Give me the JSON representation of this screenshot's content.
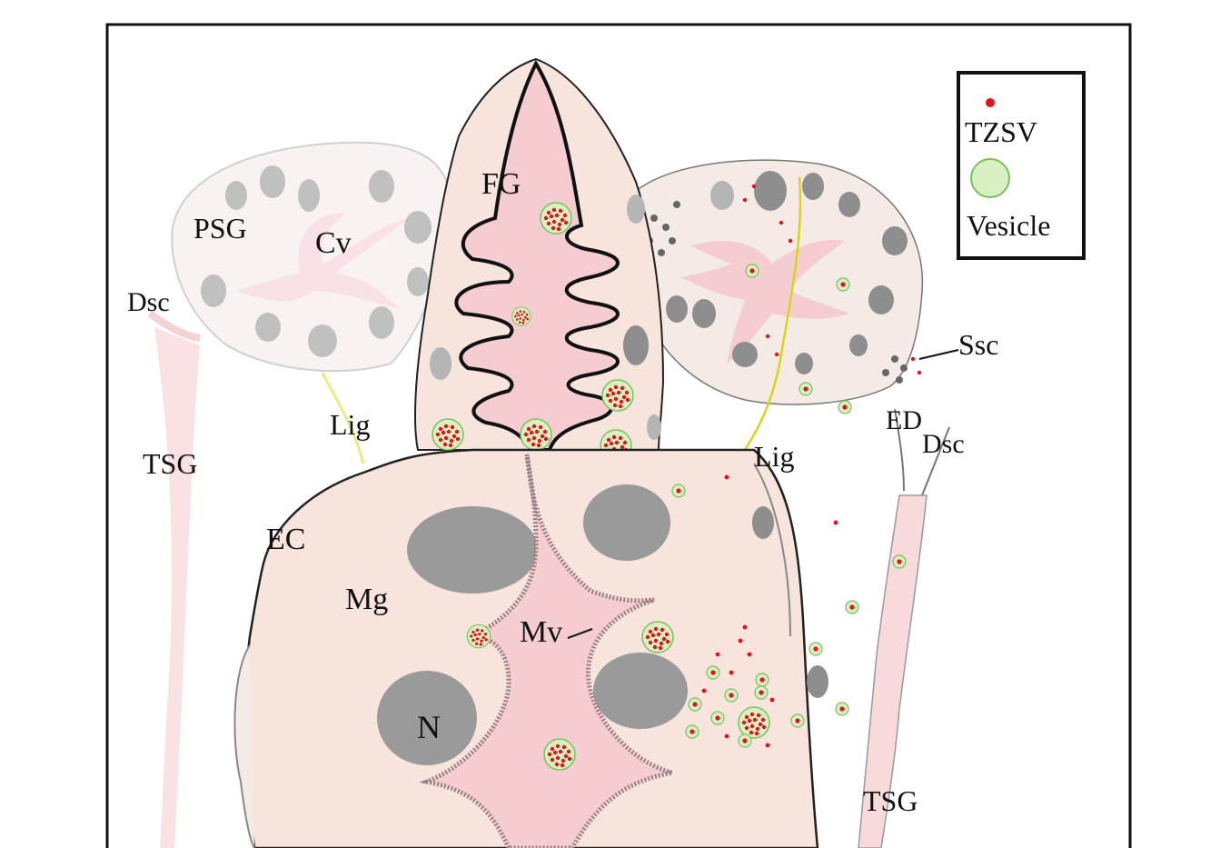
{
  "labels": {
    "fg": "FG",
    "psg": "PSG",
    "cv": "Cv",
    "dsc_left": "Dsc",
    "tsg_left": "TSG",
    "lig_left": "Lig",
    "ec": "EC",
    "mg": "Mg",
    "n": "N",
    "mv": "Mv",
    "lig_right": "Lig",
    "ssc": "Ssc",
    "ed": "ED",
    "dsc_right": "Dsc",
    "tsg_right": "TSG"
  },
  "legend": {
    "tzsv_label": "TZSV",
    "vesicle_label": "Vesicle"
  },
  "colors": {
    "tissue": "#f7e4dc",
    "gland": "#f4ebe6",
    "lumen": "#f5ccd0",
    "nucleus": "#8e8e8e",
    "nucleus_light": "#b5b5b5",
    "virus": "#e8101a",
    "vesicle_fill": "#d8f0c2",
    "vesicle_stroke": "#7cbf5c",
    "ligament": "#e3e04a",
    "outline": "#1a1a1a",
    "microvilli": "#9c7f86"
  }
}
